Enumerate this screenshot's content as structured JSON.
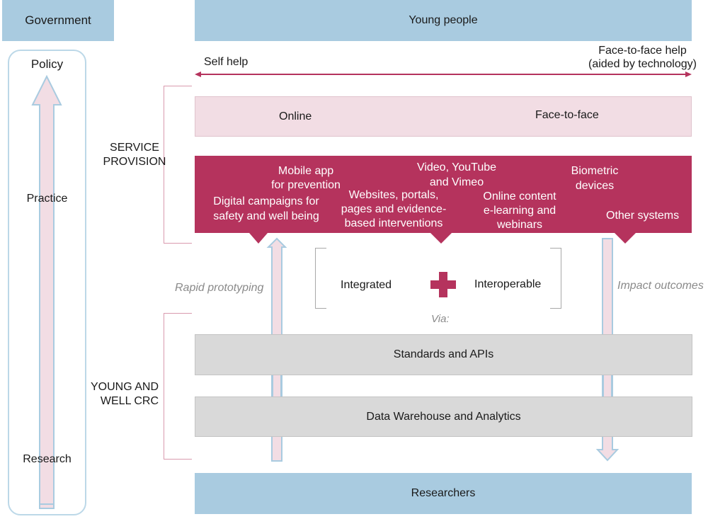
{
  "government": "Government",
  "young_people": "Young people",
  "policy": "Policy",
  "practice": "Practice",
  "research": "Research",
  "self_help": "Self help",
  "face_help_line1": "Face-to-face help",
  "face_help_line2": "(aided by technology)",
  "service_provision_line1": "SERVICE",
  "service_provision_line2": "PROVISION",
  "online": "Online",
  "face_to_face": "Face-to-face",
  "services": {
    "mobile_app_1": "Mobile app",
    "mobile_app_2": "for prevention",
    "digital_1": "Digital campaigns for",
    "digital_2": "safety and well being",
    "websites_1": "Websites, portals,",
    "websites_2": "pages and evidence-",
    "websites_3": "based interventions",
    "video_1": "Video, YouTube",
    "video_2": "and Vimeo",
    "online_content_1": "Online content",
    "online_content_2": "e-learning and",
    "online_content_3": "webinars",
    "biometric_1": "Biometric",
    "biometric_2": "devices",
    "other_systems": "Other systems"
  },
  "rapid_prototyping": "Rapid prototyping",
  "impact_outcomes": "Impact outcomes",
  "integrated": "Integrated",
  "interoperable": "Interoperable",
  "via": "Via:",
  "standards_apis": "Standards and APIs",
  "data_warehouse": "Data Warehouse and Analytics",
  "young_well_line1": "YOUNG AND",
  "young_well_line2": "WELL CRC",
  "researchers": "Researchers",
  "colors": {
    "blue": "#a9cbe0",
    "crimson": "#b5335d",
    "pink": "#f2dde4",
    "gray": "#d9d9d9"
  }
}
